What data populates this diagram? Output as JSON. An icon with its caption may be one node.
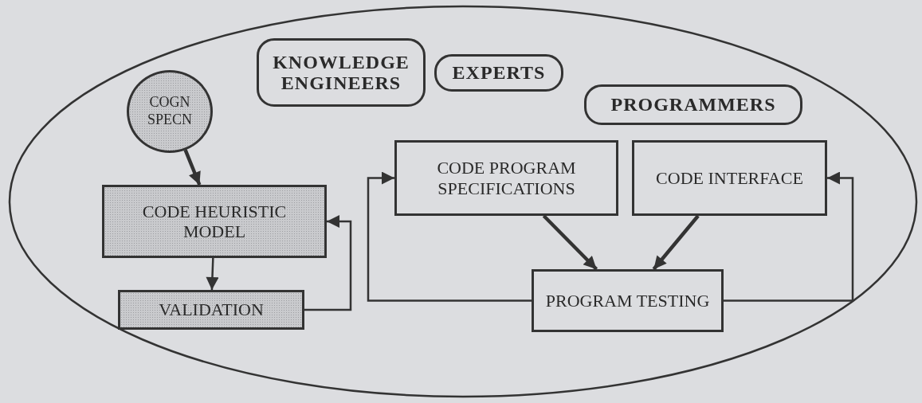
{
  "diagram": {
    "nodes": [
      {
        "text": [],
        "shape": "ellipse"
      },
      {
        "text": [
          "KNOWLEDGE ENGINEERS"
        ],
        "in": 0
      },
      {
        "text": [
          "EXPERTS"
        ],
        "in": 0
      },
      {
        "text": [
          "COGN SPECN"
        ],
        "in": 0
      },
      {
        "text": [
          "PROGRAMMERS"
        ],
        "in": 0
      },
      {
        "text": [
          "CODE PROGRAM SPECIFICATIONS"
        ],
        "in": 0
      },
      {
        "text": [
          "CODE INTERFACE"
        ],
        "in": 0
      },
      {
        "text": [
          "CODE HEURISTIC MODEL"
        ],
        "in": 0
      },
      {
        "text": [
          "VALIDATION"
        ],
        "in": 0
      },
      {
        "text": [
          "PROGRAM TESTING"
        ],
        "in": 0
      }
    ],
    "edges": [
      {
        "from": 3,
        "to": 7,
        "arrow": "to",
        "style": "thick"
      },
      {
        "from": 7,
        "to": 8,
        "arrow": "to"
      },
      {
        "from": 8,
        "to": 7,
        "arrow": "to"
      },
      {
        "from": 9,
        "to": 5,
        "arrow": "to"
      },
      {
        "from": 5,
        "to": 9,
        "arrow": "to",
        "style": "thick"
      },
      {
        "from": 6,
        "to": 9,
        "arrow": "to",
        "style": "thick"
      },
      {
        "from": 9,
        "to": 6,
        "arrow": "to"
      }
    ]
  }
}
